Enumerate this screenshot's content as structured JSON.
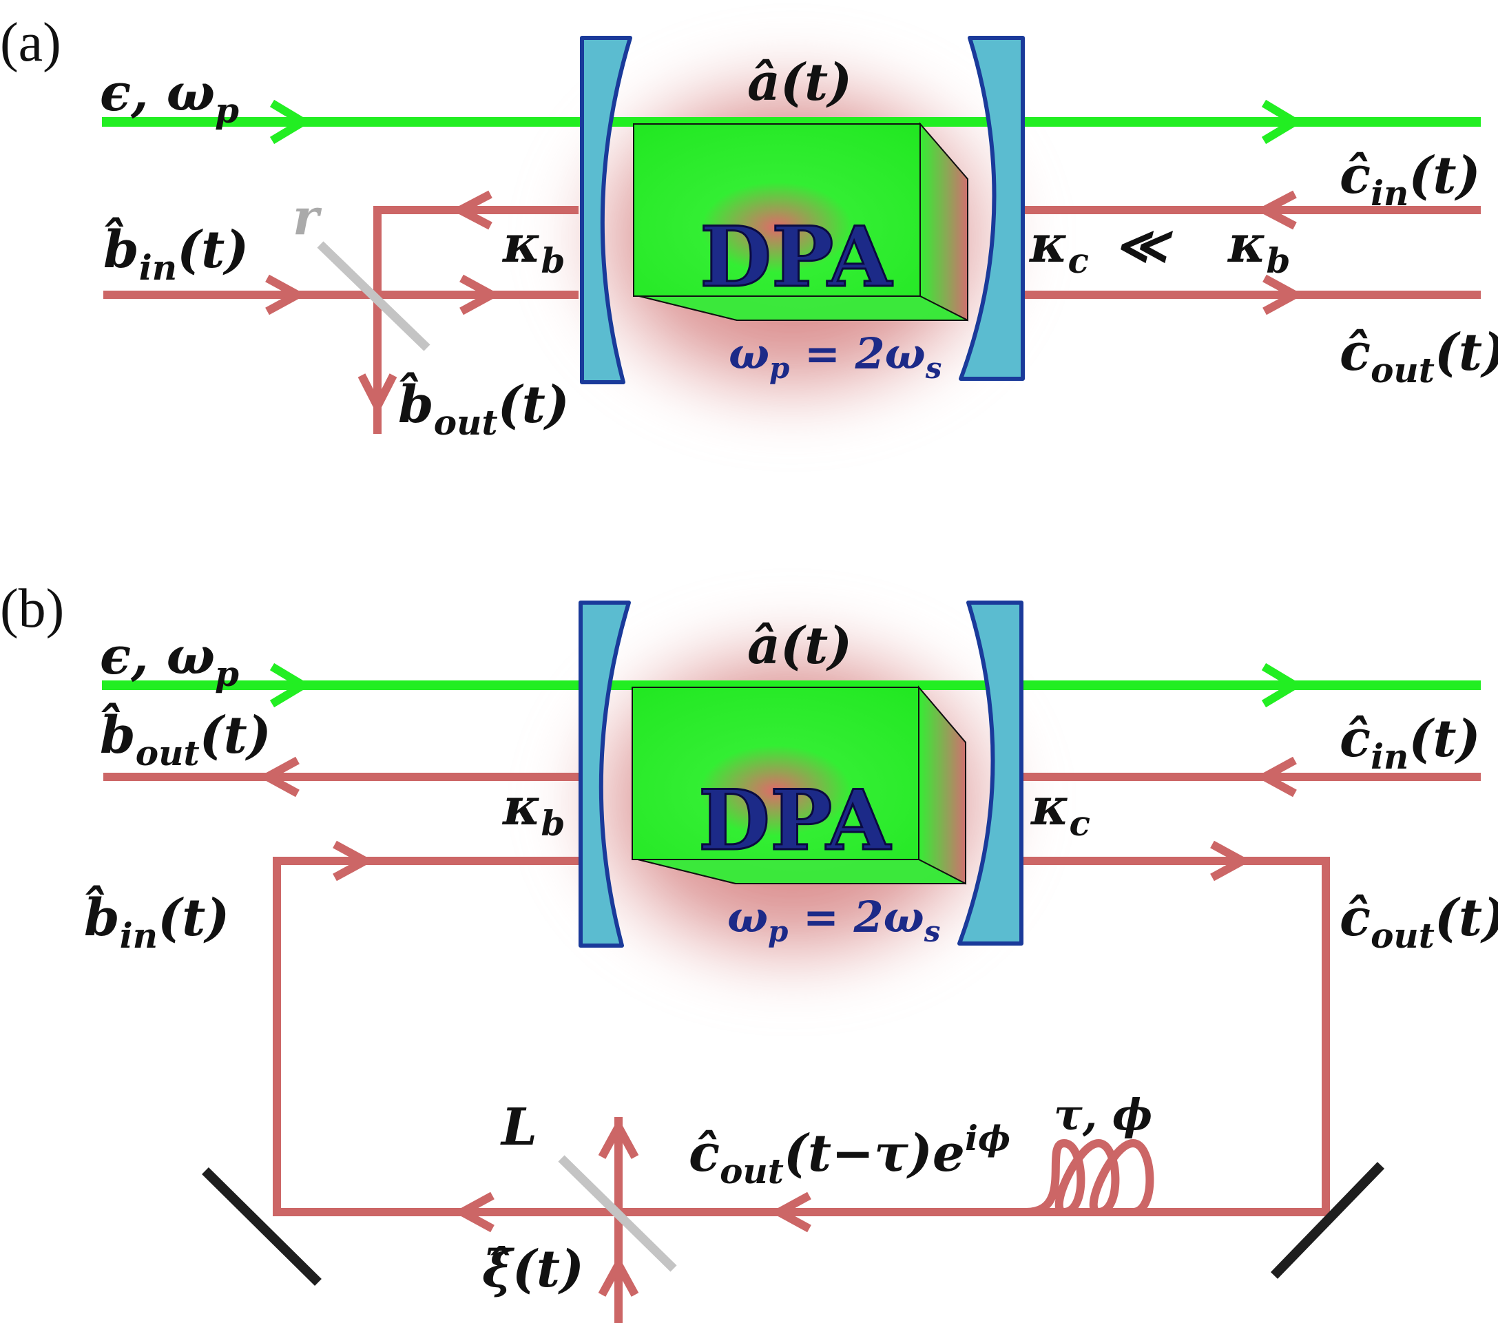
{
  "colors": {
    "pump": "#22ee22",
    "signal": "#cc6666",
    "mirror_fill": "#5bbcd0",
    "mirror_stroke": "#1a3a9a",
    "crystal": "#33ee33",
    "glow": "#d88a8a",
    "dpa_text": "#1c2a88",
    "beamsplitter": "#c4c4c4",
    "end_mirror": "#1e1e1e"
  },
  "panel_a": {
    "label": "(a)",
    "pump_label": "ϵ, ω",
    "pump_sub": "p",
    "mode_label": "â(t)",
    "crystal_label": "DPA",
    "condition_label": "ω",
    "condition_sub1": "p",
    "condition_mid": " = 2ω",
    "condition_sub2": "s",
    "b_in": "b̂",
    "b_in_sub": "in",
    "b_in_arg": "(t)",
    "b_out": "b̂",
    "b_out_sub": "out",
    "b_out_arg": "(t)",
    "c_in": "ĉ",
    "c_in_sub": "in",
    "c_in_arg": "(t)",
    "c_out": "ĉ",
    "c_out_sub": "out",
    "c_out_arg": "(t)",
    "kappa_b_left": "κ",
    "kappa_b_left_sub": "b",
    "kappa_c": "κ",
    "kappa_c_sub": "c",
    "much_less": "≪",
    "kappa_b_right": "κ",
    "kappa_b_right_sub": "b",
    "reflectivity": "r"
  },
  "panel_b": {
    "label": "(b)",
    "pump_label": "ϵ, ω",
    "pump_sub": "p",
    "mode_label": "â(t)",
    "crystal_label": "DPA",
    "condition_label": "ω",
    "condition_sub1": "p",
    "condition_mid": " = 2ω",
    "condition_sub2": "s",
    "b_out": "b̂",
    "b_out_sub": "out",
    "b_out_arg": "(t)",
    "b_in": "b̂",
    "b_in_sub": "in",
    "b_in_arg": "(t)",
    "c_in": "ĉ",
    "c_in_sub": "in",
    "c_in_arg": "(t)",
    "c_out": "ĉ",
    "c_out_sub": "out",
    "c_out_arg": "(t)",
    "kappa_b": "κ",
    "kappa_b_sub": "b",
    "kappa_c": "κ",
    "kappa_c_sub": "c",
    "loss_label": "L",
    "delay_label": "τ, ϕ",
    "feedback_c": "ĉ",
    "feedback_sub": "out",
    "feedback_arg": "(t−τ)e",
    "feedback_exp": "iϕ",
    "noise_label": "ξ̂(t)"
  }
}
